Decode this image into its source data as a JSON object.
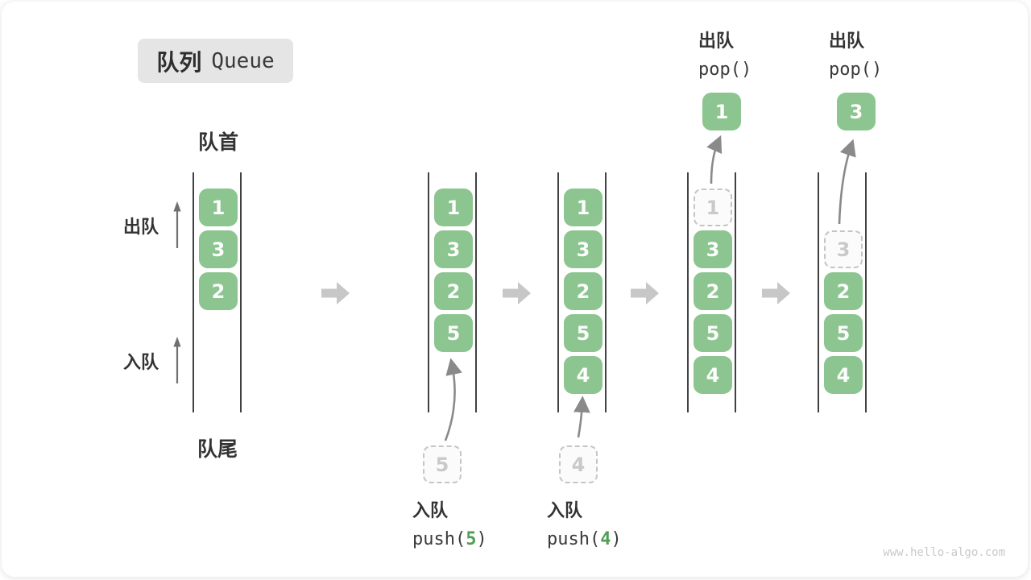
{
  "title": {
    "zh": "队列",
    "en": "Queue"
  },
  "labels": {
    "front": "队首",
    "rear": "队尾",
    "dequeue_side": "出队",
    "enqueue_side": "入队"
  },
  "queues": [
    {
      "name": "state-initial",
      "cells": [
        {
          "value": "1",
          "style": "solid"
        },
        {
          "value": "3",
          "style": "solid"
        },
        {
          "value": "2",
          "style": "solid"
        }
      ]
    },
    {
      "name": "state-after-push-5",
      "cells": [
        {
          "value": "1",
          "style": "solid"
        },
        {
          "value": "3",
          "style": "solid"
        },
        {
          "value": "2",
          "style": "solid"
        },
        {
          "value": "5",
          "style": "solid"
        }
      ]
    },
    {
      "name": "state-after-push-4",
      "cells": [
        {
          "value": "1",
          "style": "solid"
        },
        {
          "value": "3",
          "style": "solid"
        },
        {
          "value": "2",
          "style": "solid"
        },
        {
          "value": "5",
          "style": "solid"
        },
        {
          "value": "4",
          "style": "solid"
        }
      ]
    },
    {
      "name": "state-pop-1",
      "popped": "1",
      "cells": [
        {
          "value": "1",
          "style": "dashed"
        },
        {
          "value": "3",
          "style": "solid"
        },
        {
          "value": "2",
          "style": "solid"
        },
        {
          "value": "5",
          "style": "solid"
        },
        {
          "value": "4",
          "style": "solid"
        }
      ]
    },
    {
      "name": "state-pop-3",
      "popped": "3",
      "cells": [
        {
          "value": "3",
          "style": "dashed"
        },
        {
          "value": "2",
          "style": "solid"
        },
        {
          "value": "5",
          "style": "solid"
        },
        {
          "value": "4",
          "style": "solid"
        }
      ]
    }
  ],
  "operations": {
    "push5": {
      "label": "入队",
      "fn_open": "push(",
      "arg": "5",
      "fn_close": ")",
      "staged_value": "5"
    },
    "push4": {
      "label": "入队",
      "fn_open": "push(",
      "arg": "4",
      "fn_close": ")",
      "staged_value": "4"
    },
    "pop1": {
      "label": "出队",
      "code": "pop()"
    },
    "pop2": {
      "label": "出队",
      "code": "pop()"
    }
  },
  "watermark": "www.hello-algo.com",
  "colors": {
    "cell_green": "#8CC58F",
    "code_arg_green": "#4F9E53",
    "flow_arrow_gray": "#C7C7C7",
    "tube_line_dark": "#414141",
    "dashed_gray": "#C5C5C5",
    "title_bg": "#E5E5E5"
  }
}
